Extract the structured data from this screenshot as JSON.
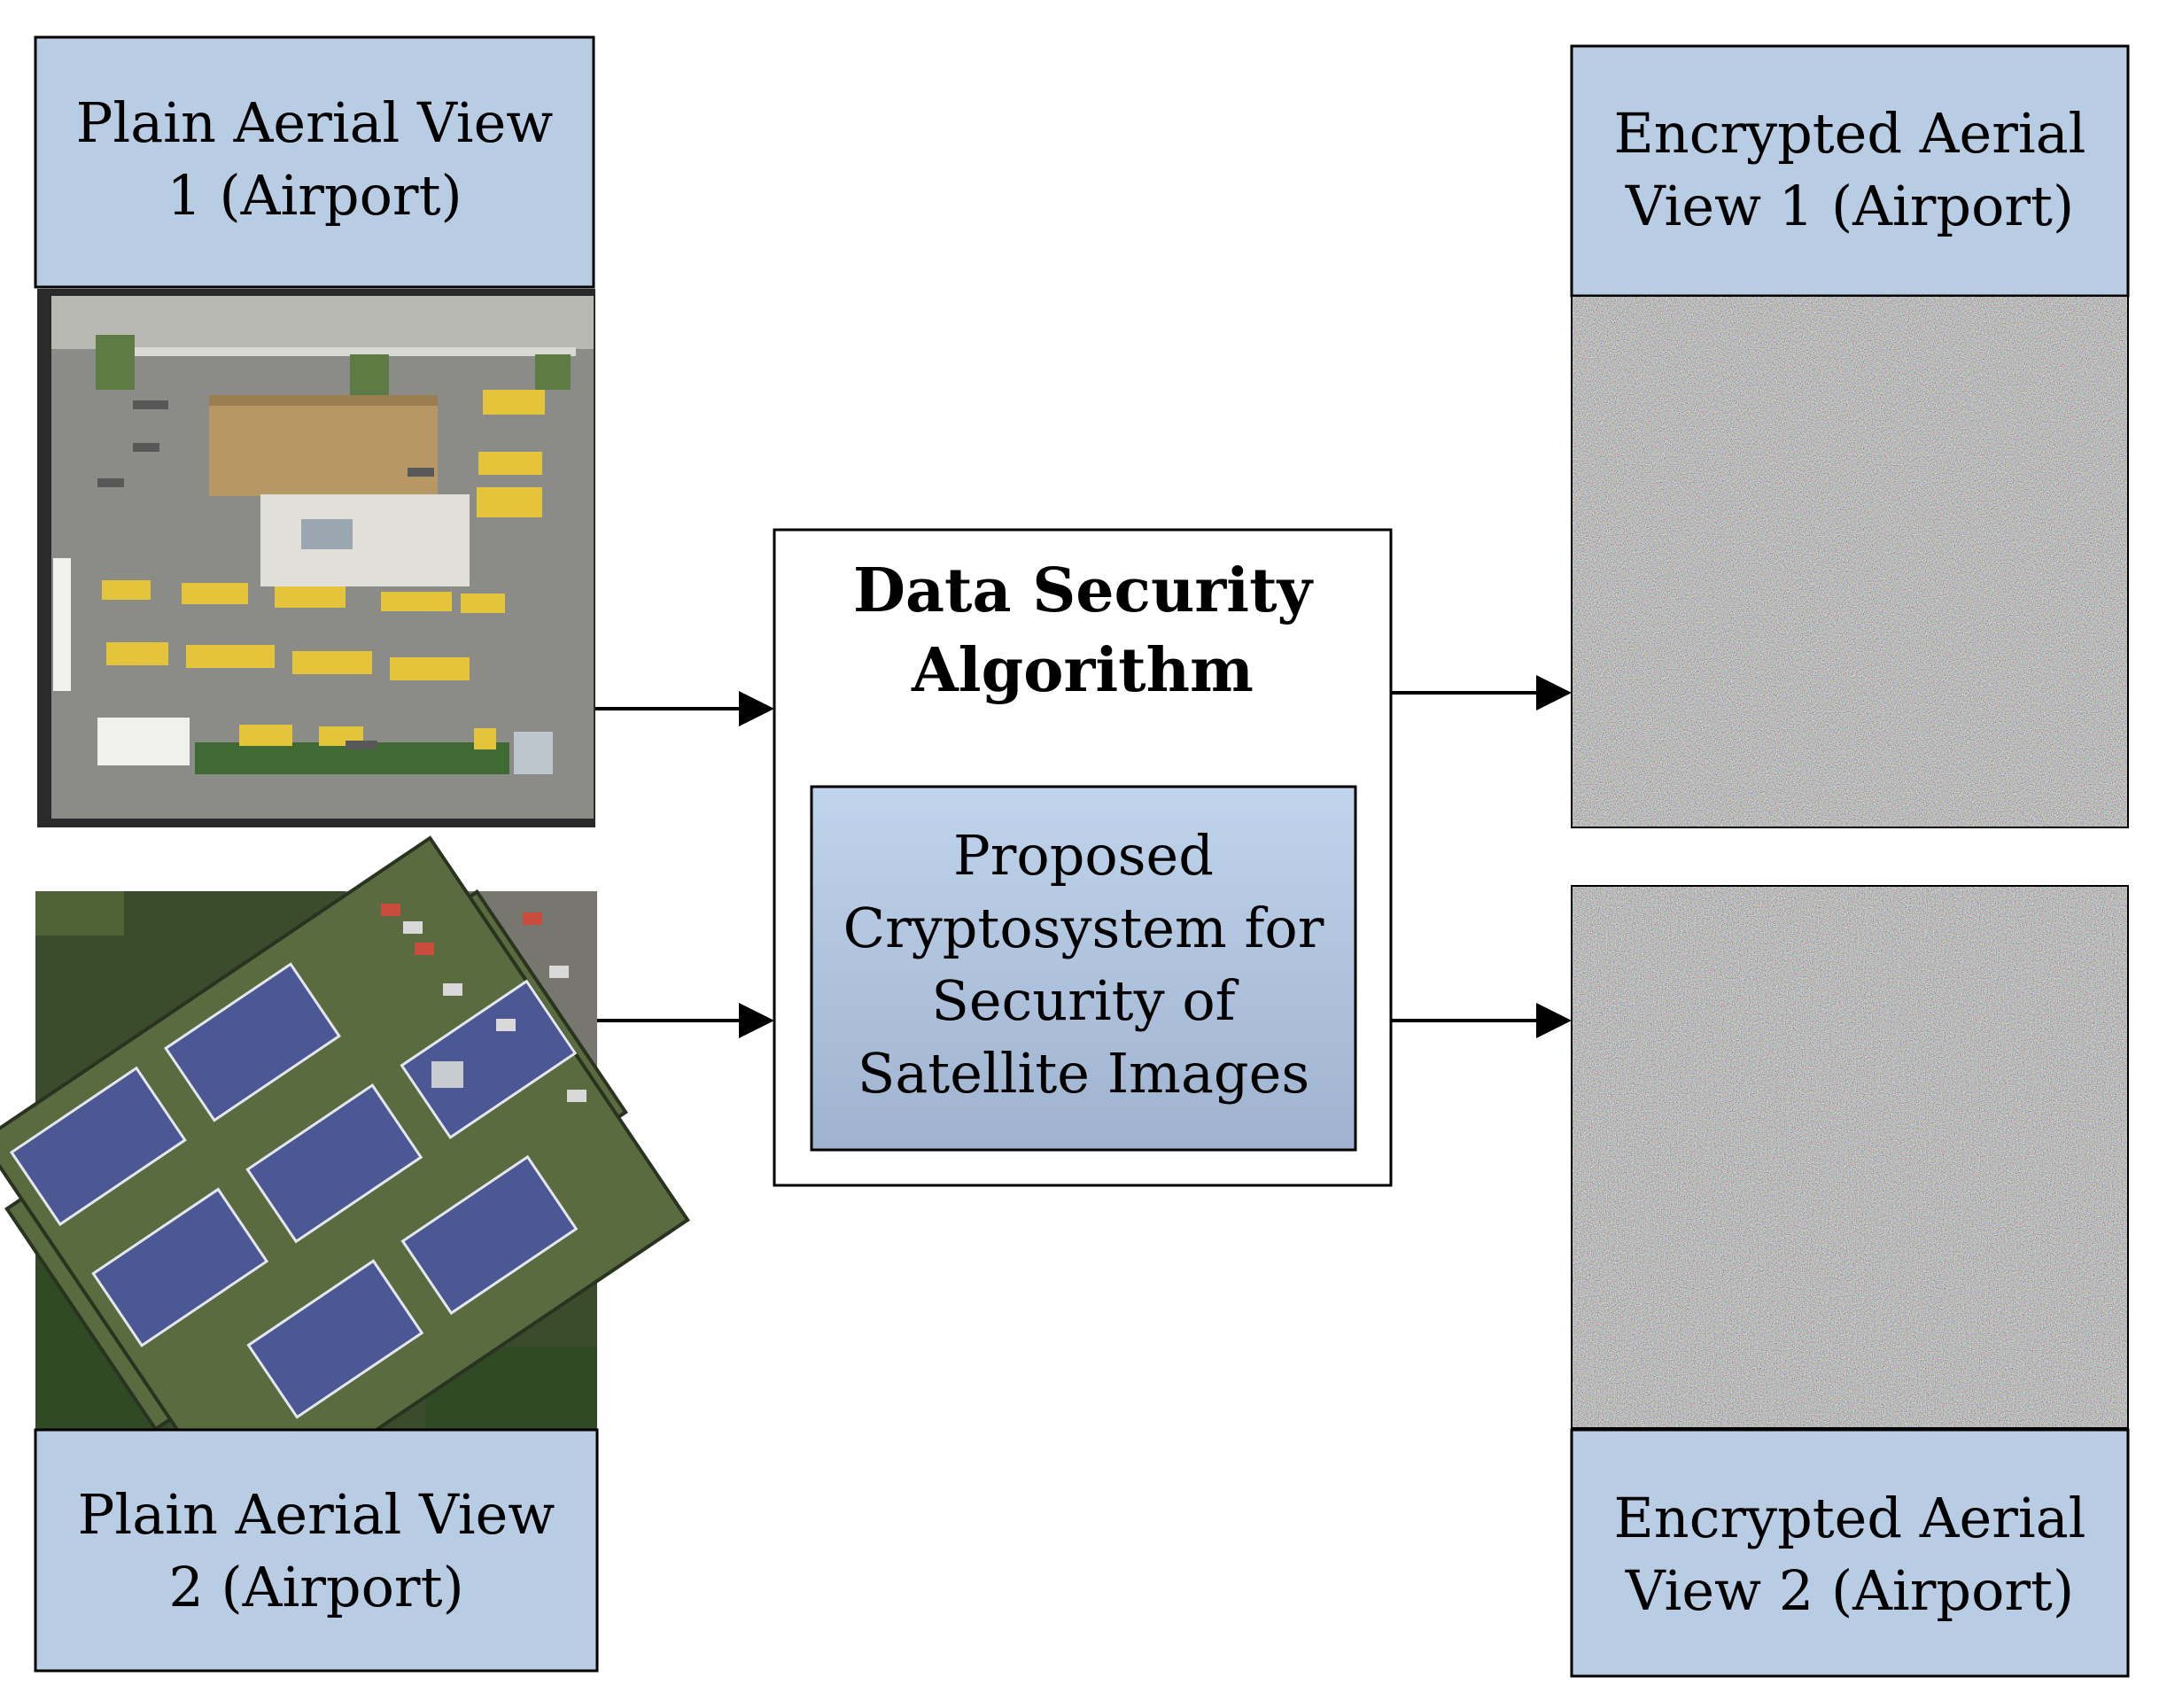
{
  "colors": {
    "label_fill": "#b8cce4",
    "stroke": "#000000",
    "core_gradient_top": "#c0d4ec",
    "core_gradient_bottom": "#9fb2cf"
  },
  "plain_view_1": {
    "label_line1": "Plain Aerial View",
    "label_line2": "1 (Airport)",
    "image": "aerial photo of airport parking area with buildings and yellow buses"
  },
  "plain_view_2": {
    "label_line1": "Plain Aerial View",
    "label_line2": "2 (Airport)",
    "image": "aerial photo of tennis courts with parking lot and trees"
  },
  "algorithm": {
    "title_line1": "Data Security",
    "title_line2": "Algorithm",
    "core_line1": "Proposed",
    "core_line2": "Cryptosystem for",
    "core_line3": "Security of",
    "core_line4": "Satellite Images"
  },
  "encrypted_view_1": {
    "label_line1": "Encrypted Aerial",
    "label_line2": "View 1 (Airport)",
    "image": "random colored noise"
  },
  "encrypted_view_2": {
    "label_line1": "Encrypted Aerial",
    "label_line2": "View 2 (Airport)",
    "image": "random colored noise"
  }
}
